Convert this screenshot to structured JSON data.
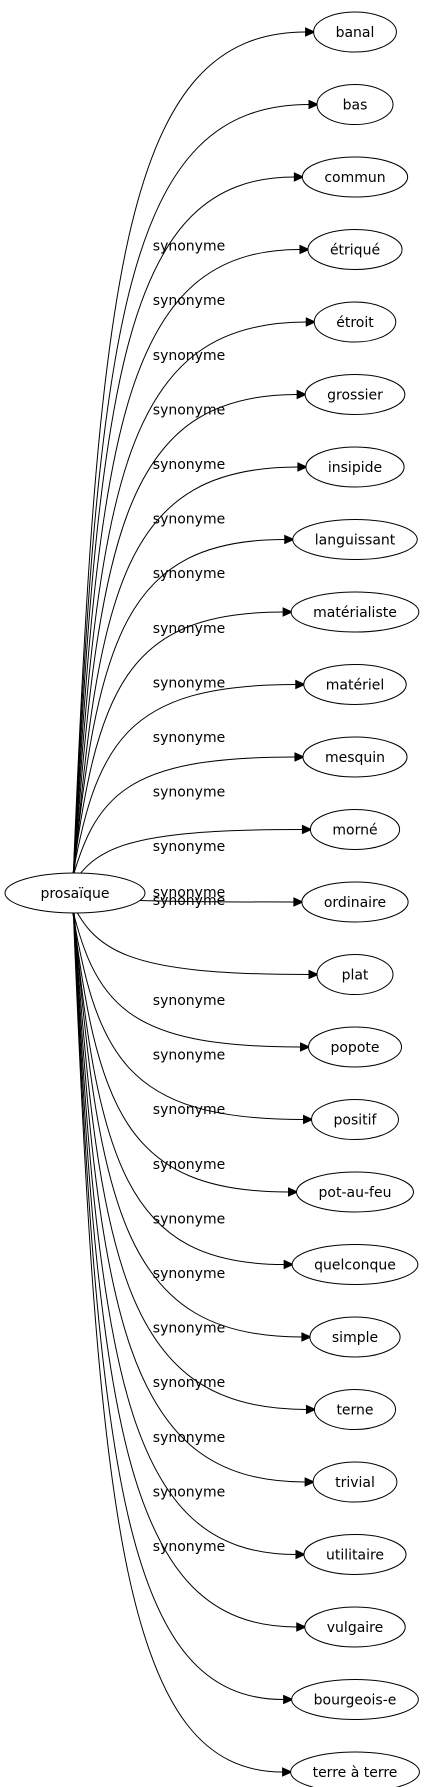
{
  "diagram": {
    "source": {
      "label": "prosaïque"
    },
    "edge_label": "synonyme",
    "targets": [
      {
        "label": "banal"
      },
      {
        "label": "bas"
      },
      {
        "label": "commun"
      },
      {
        "label": "étriqué"
      },
      {
        "label": "étroit"
      },
      {
        "label": "grossier"
      },
      {
        "label": "insipide"
      },
      {
        "label": "languissant"
      },
      {
        "label": "matérialiste"
      },
      {
        "label": "matériel"
      },
      {
        "label": "mesquin"
      },
      {
        "label": "morné"
      },
      {
        "label": "ordinaire"
      },
      {
        "label": "plat"
      },
      {
        "label": "popote"
      },
      {
        "label": "positif"
      },
      {
        "label": "pot-au-feu"
      },
      {
        "label": "quelconque"
      },
      {
        "label": "simple"
      },
      {
        "label": "terne"
      },
      {
        "label": "trivial"
      },
      {
        "label": "utilitaire"
      },
      {
        "label": "vulgaire"
      },
      {
        "label": "bourgeois-e"
      },
      {
        "label": "terre à terre"
      }
    ]
  }
}
